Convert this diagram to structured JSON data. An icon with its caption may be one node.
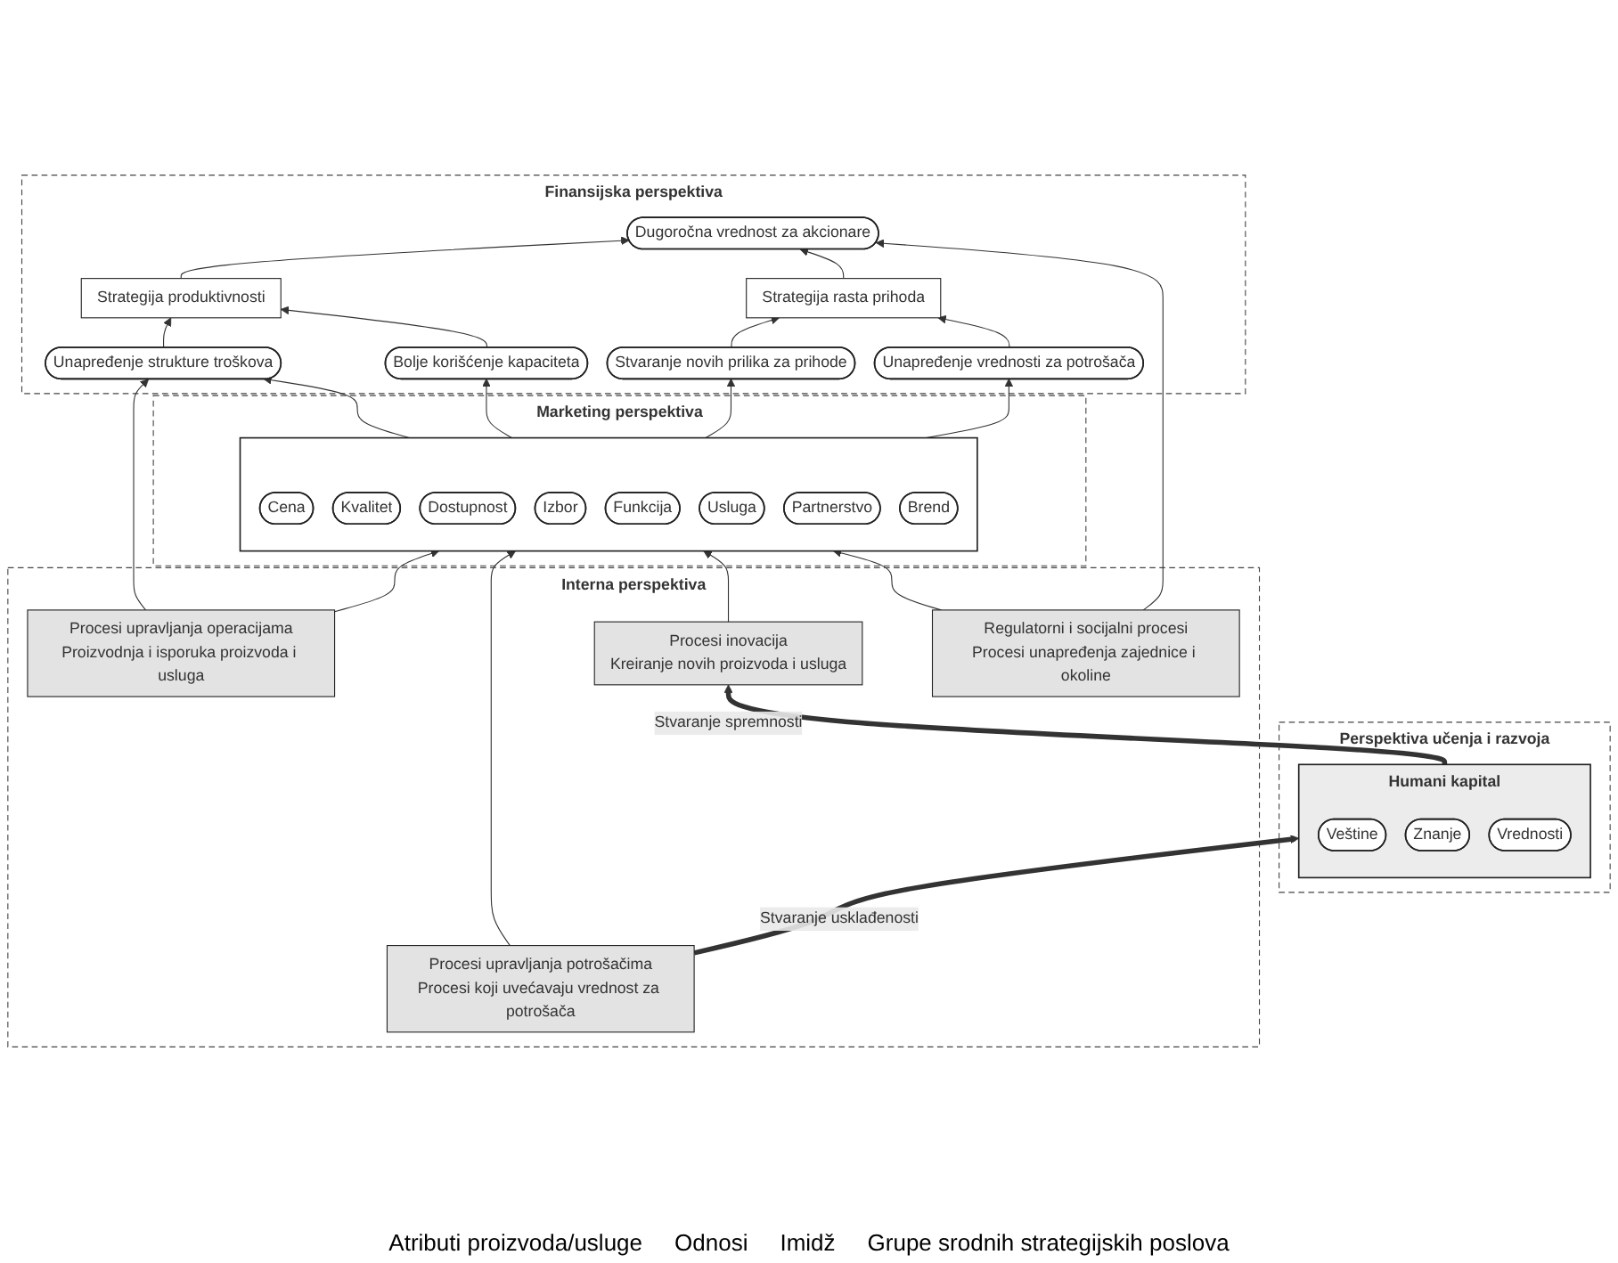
{
  "diagram": {
    "nodes": [
      {
        "text": [
          "Finansijska perspektiva"
        ]
      },
      {
        "text": [
          "Dugoročna vrednost za akcionare"
        ],
        "in": 0
      },
      {
        "text": [
          "Strategija produktivnosti"
        ],
        "in": 0
      },
      {
        "text": [
          "Strategija rasta prihoda"
        ],
        "in": 0
      },
      {
        "text": [
          "Unapređenje strukture troškova"
        ],
        "in": 0
      },
      {
        "text": [
          "Bolje korišćenje kapaciteta"
        ],
        "in": 0
      },
      {
        "text": [
          "Stvaranje novih prilika za prihode"
        ],
        "in": 0
      },
      {
        "text": [
          "Unapređenje vrednosti za potrošača"
        ],
        "in": 0
      },
      {
        "text": [
          "Marketing perspektiva"
        ]
      },
      {
        "text": [],
        "shape": "box",
        "in": 8
      },
      {
        "text": [
          "Cena"
        ],
        "in": 9
      },
      {
        "text": [
          "Kvalitet"
        ],
        "in": 9
      },
      {
        "text": [
          "Dostupnost"
        ],
        "in": 9
      },
      {
        "text": [
          "Izbor"
        ],
        "in": 9
      },
      {
        "text": [
          "Funkcija"
        ],
        "in": 9
      },
      {
        "text": [
          "Usluga"
        ],
        "in": 9
      },
      {
        "text": [
          "Partnerstvo"
        ],
        "in": 9
      },
      {
        "text": [
          "Brend"
        ],
        "in": 9
      },
      {
        "text": [
          "Interna perspektiva"
        ]
      },
      {
        "text": [
          "Procesi upravljanja operacijama",
          "Proizvodnja i isporuka proizvoda i usluga"
        ],
        "in": 18
      },
      {
        "text": [
          "Procesi upravljanja potrošačima",
          "Procesi koji uvećavaju vrednost za potrošača"
        ],
        "in": 18
      },
      {
        "text": [
          "Procesi inovacija",
          "Kreiranje novih proizvoda i usluga"
        ],
        "in": 18
      },
      {
        "text": [
          "Regulatorni i socijalni procesi",
          "Procesi unapređenja zajednice i okoline"
        ],
        "in": 18
      },
      {
        "text": [
          "Perspektiva učenja i razvoja"
        ]
      },
      {
        "text": [
          "Humani kapital"
        ],
        "in": 23
      },
      {
        "text": [
          "Veštine"
        ],
        "in": 24
      },
      {
        "text": [
          "Znanje"
        ],
        "in": 24
      },
      {
        "text": [
          "Vrednosti"
        ],
        "in": 24
      }
    ],
    "edges": [
      {
        "from": 4,
        "to": 2,
        "arrow": "to"
      },
      {
        "from": 5,
        "to": 2,
        "arrow": "to"
      },
      {
        "from": 2,
        "to": 1,
        "arrow": "to"
      },
      {
        "from": 6,
        "to": 3,
        "arrow": "to"
      },
      {
        "from": 7,
        "to": 3,
        "arrow": "to"
      },
      {
        "from": 3,
        "to": 1,
        "arrow": "to"
      },
      {
        "from": 9,
        "to": 4,
        "arrow": "to"
      },
      {
        "from": 9,
        "to": 5,
        "arrow": "to"
      },
      {
        "from": 9,
        "to": 6,
        "arrow": "to"
      },
      {
        "from": 9,
        "to": 7,
        "arrow": "to"
      },
      {
        "from": 19,
        "to": 9,
        "arrow": "to"
      },
      {
        "from": 20,
        "to": 9,
        "arrow": "to"
      },
      {
        "from": 21,
        "to": 9,
        "arrow": "to"
      },
      {
        "from": 22,
        "to": 9,
        "arrow": "to"
      },
      {
        "from": 19,
        "to": 4,
        "arrow": "to"
      },
      {
        "from": 22,
        "to": 1,
        "arrow": "to"
      },
      {
        "from": 20,
        "to": 24,
        "arrow": "to",
        "label": "Stvaranje usklađenosti",
        "style": "thick"
      },
      {
        "from": 24,
        "to": 21,
        "arrow": "to",
        "label": "Stvaranje spremnosti",
        "style": "thick"
      }
    ],
    "labels": [
      "Atributi proizvoda/usluge",
      "Odnosi",
      "Imidž",
      "Grupe srodnih strategijskih poslova"
    ]
  }
}
